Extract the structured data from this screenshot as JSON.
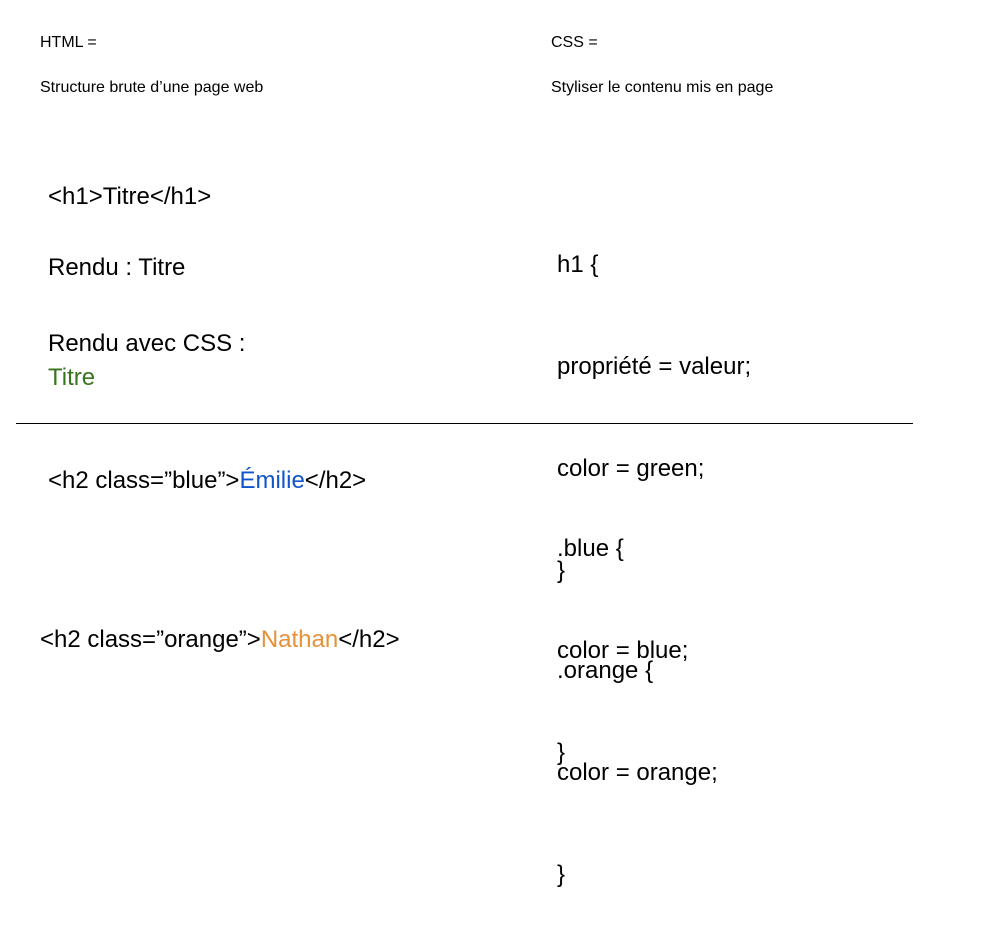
{
  "html_column": {
    "heading": "HTML =",
    "description": "Structure brute d’une page web"
  },
  "css_column": {
    "heading": "CSS =",
    "description": "Styliser le contenu mis en page"
  },
  "example1": {
    "html_code": "<h1>Titre</h1>",
    "rendu_label": "Rendu : Titre",
    "rendu_css_label": "Rendu avec CSS :",
    "rendu_css_value": "Titre",
    "css_lines": [
      "h1 {",
      "propriété = valeur;",
      "color = green;",
      "}"
    ]
  },
  "example2": {
    "blue_prefix": "<h2 class=”blue”>",
    "blue_word": "Émilie",
    "blue_suffix": "</h2>",
    "orange_prefix": "<h2 class=”orange”>",
    "orange_word": "Nathan",
    "orange_suffix": "</h2>",
    "blue_css_lines": [
      ".blue {",
      "color = blue;",
      "}"
    ],
    "orange_css_lines": [
      ".orange {",
      "color = orange;",
      "}"
    ]
  },
  "colors": {
    "green": "#38761d",
    "blue": "#1155cc",
    "orange": "#e69138"
  }
}
